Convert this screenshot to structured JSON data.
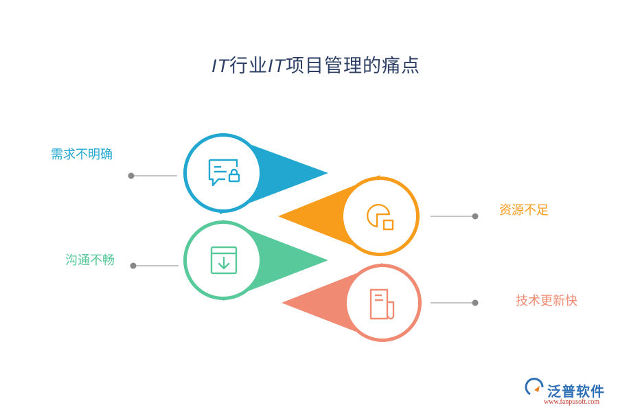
{
  "title": {
    "part1": "IT",
    "part2": "行业",
    "part3": "IT",
    "part4": "项目管理的痛点"
  },
  "items": [
    {
      "label": "需求不明确",
      "color": "#21a7d0",
      "icon": "chat-lock-icon"
    },
    {
      "label": "资源不足",
      "color": "#f89c1c",
      "icon": "pie-chart-icon"
    },
    {
      "label": "沟通不畅",
      "color": "#57c99a",
      "icon": "download-box-icon"
    },
    {
      "label": "技术更新快",
      "color": "#f08a72",
      "icon": "document-icon"
    }
  ],
  "logo": {
    "name": "泛普软件",
    "url": "www.fanpusoft.com"
  }
}
